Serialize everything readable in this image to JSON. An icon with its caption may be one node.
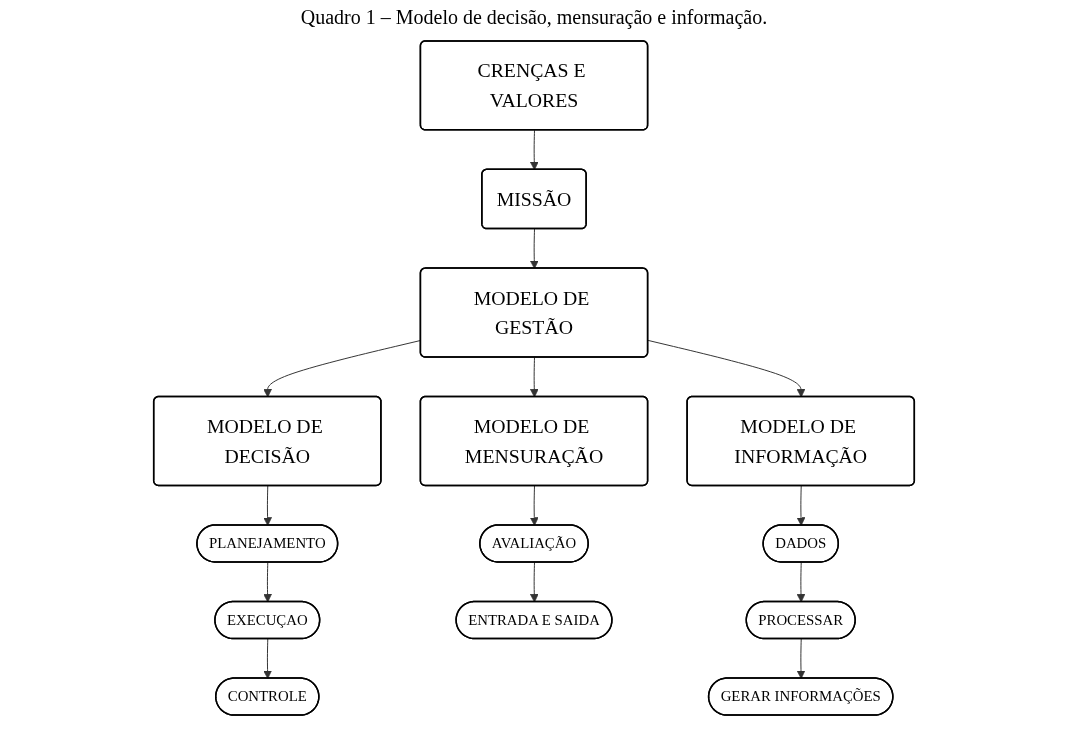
{
  "diagram": {
    "title": "Quadro 1 – Modelo de decisão, mensuração e informação.",
    "nodes": [
      {
        "text": [
          "CRENÇAS E VALORES"
        ]
      },
      {
        "text": [
          "MISSÃO"
        ]
      },
      {
        "text": [
          "MODELO DE GESTÃO"
        ]
      },
      {
        "text": [
          "MODELO DE DECISÃO"
        ]
      },
      {
        "text": [
          "MODELO DE MENSURAÇÃO"
        ]
      },
      {
        "text": [
          "MODELO DE INFORMAÇÃO"
        ]
      },
      {
        "text": [
          "PLANEJAMENTO"
        ]
      },
      {
        "text": [
          "EXECUÇAO"
        ]
      },
      {
        "text": [
          "CONTROLE"
        ]
      },
      {
        "text": [
          "AVALIAÇÃO"
        ]
      },
      {
        "text": [
          "ENTRADA E SAIDA"
        ]
      },
      {
        "text": [
          "DADOS"
        ]
      },
      {
        "text": [
          "PROCESSAR"
        ]
      },
      {
        "text": [
          "GERAR INFORMAÇÕES"
        ]
      }
    ],
    "edges": [
      {
        "from": 0,
        "to": 1,
        "arrow": "to"
      },
      {
        "from": 1,
        "to": 2,
        "arrow": "to"
      },
      {
        "from": 2,
        "to": 3,
        "arrow": "to"
      },
      {
        "from": 2,
        "to": 4,
        "arrow": "to"
      },
      {
        "from": 2,
        "to": 5,
        "arrow": "to"
      },
      {
        "from": 3,
        "to": 6,
        "arrow": "to"
      },
      {
        "from": 6,
        "to": 7,
        "arrow": "to"
      },
      {
        "from": 7,
        "to": 8,
        "arrow": "to"
      },
      {
        "from": 4,
        "to": 9,
        "arrow": "to"
      },
      {
        "from": 9,
        "to": 10,
        "arrow": "to"
      },
      {
        "from": 5,
        "to": 11,
        "arrow": "to"
      },
      {
        "from": 11,
        "to": 12,
        "arrow": "to"
      },
      {
        "from": 12,
        "to": 13,
        "arrow": "to"
      }
    ]
  }
}
